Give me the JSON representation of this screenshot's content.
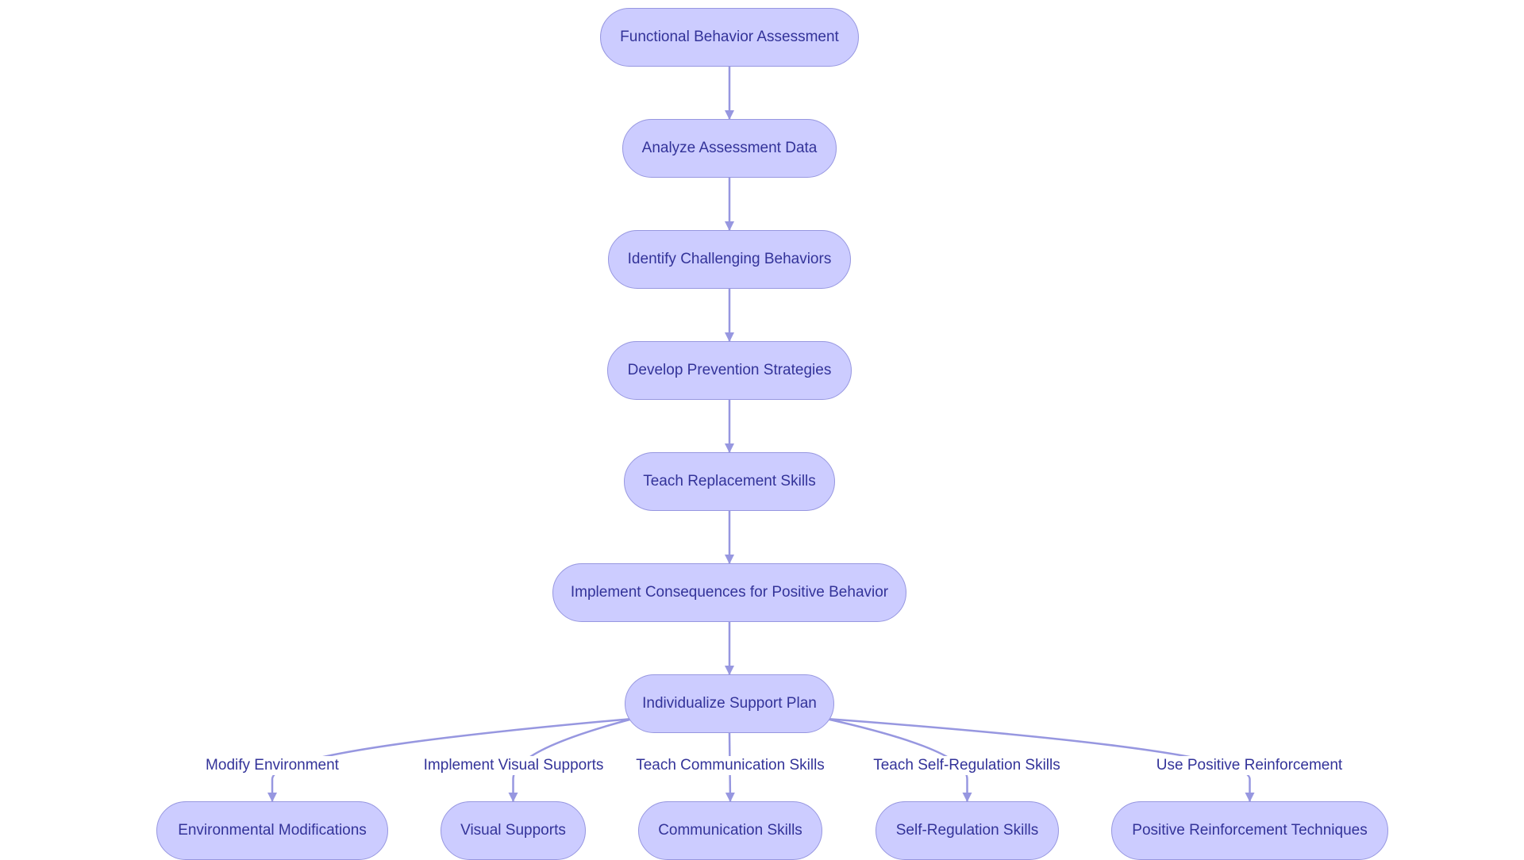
{
  "colors": {
    "background": "#ffffff",
    "node_fill": "#ccccff",
    "node_border": "#9797e0",
    "text": "#333399",
    "edge": "#9797e0"
  },
  "nodes": {
    "fba": "Functional Behavior Assessment",
    "analyze": "Analyze Assessment Data",
    "identify": "Identify Challenging Behaviors",
    "prevention": "Develop Prevention Strategies",
    "replacement": "Teach Replacement Skills",
    "consequences": "Implement Consequences for Positive Behavior",
    "support_plan": "Individualize Support Plan",
    "env_mods": "Environmental Modifications",
    "visual_supports": "Visual Supports",
    "comm_skills": "Communication Skills",
    "self_reg": "Self-Regulation Skills",
    "pos_reinforcement": "Positive Reinforcement Techniques"
  },
  "edges": [
    {
      "from": "fba",
      "to": "analyze",
      "label": ""
    },
    {
      "from": "analyze",
      "to": "identify",
      "label": ""
    },
    {
      "from": "identify",
      "to": "prevention",
      "label": ""
    },
    {
      "from": "prevention",
      "to": "replacement",
      "label": ""
    },
    {
      "from": "replacement",
      "to": "consequences",
      "label": ""
    },
    {
      "from": "consequences",
      "to": "support_plan",
      "label": ""
    },
    {
      "from": "support_plan",
      "to": "env_mods",
      "label": "Modify Environment"
    },
    {
      "from": "support_plan",
      "to": "visual_supports",
      "label": "Implement Visual Supports"
    },
    {
      "from": "support_plan",
      "to": "comm_skills",
      "label": "Teach Communication Skills"
    },
    {
      "from": "support_plan",
      "to": "self_reg",
      "label": "Teach Self-Regulation Skills"
    },
    {
      "from": "support_plan",
      "to": "pos_reinforcement",
      "label": "Use Positive Reinforcement"
    }
  ]
}
